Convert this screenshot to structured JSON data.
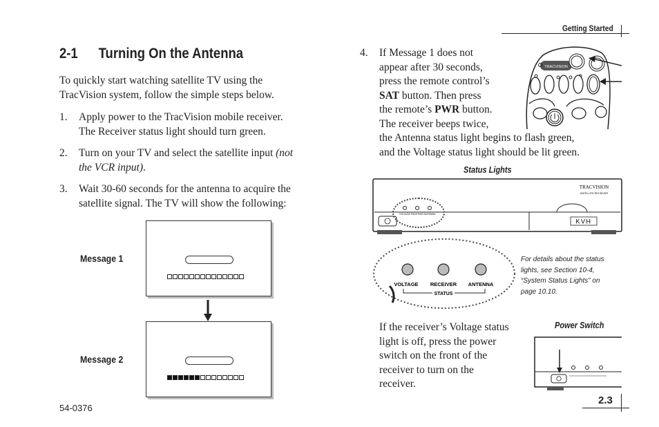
{
  "header": {
    "section_label": "Getting Started"
  },
  "left": {
    "title_number": "2-1",
    "title_text": "Turning On the Antenna",
    "intro": "To quickly start watching satellite TV using the TracVision system, follow the simple steps below.",
    "steps": [
      {
        "num": "1.",
        "line1": "Apply power to the TracVision mobile receiver.",
        "line2": "The Receiver status light should turn green."
      },
      {
        "num": "2.",
        "line1_plain": "Turn on your TV and select the satellite input ",
        "line1_italic": "(not",
        "line2_italic": "the VCR input)",
        "line2_plain": "."
      },
      {
        "num": "3.",
        "line1": "Wait 30-60 seconds for the antenna to acquire the",
        "line2": "satellite signal. The TV will show the following:"
      }
    ],
    "message1_label": "Message 1",
    "message2_label": "Message 2",
    "message1_filled": 0,
    "message2_filled": 6,
    "message_total": 14
  },
  "right": {
    "step4_num": "4.",
    "step4_lines": [
      "If Message 1 does not",
      "appear after 30 seconds,",
      "press the remote control’s"
    ],
    "step4_sat_bold": "SAT",
    "step4_sat_rest": " button. Then press",
    "step4_pwr_pre": "the remote’s ",
    "step4_pwr_bold": "PWR",
    "step4_pwr_rest": " button.",
    "step4_line6": "The receiver beeps twice,",
    "step4_line7": "the Antenna status light begins to flash green,",
    "step4_line8": "and the Voltage status light should be lit green.",
    "remote_brand": "TRACVISION",
    "status_lights_caption": "Status Lights",
    "receiver_brand": "TRACVISION",
    "receiver_brand_sub": "SATELLITE RECEIVER",
    "receiver_logo": "KVH",
    "small_labels": [
      "VOLTAGE",
      "RECEIVER",
      "ANTENNA"
    ],
    "zoom_labels": [
      "VOLTAGE",
      "RECEIVER",
      "ANTENNA"
    ],
    "zoom_status": "STATUS",
    "note_lines": [
      "For details about the status",
      "lights, see Section 10-4,",
      "“System Status Lights” on",
      "page 10.10."
    ],
    "power_switch_caption": "Power Switch",
    "voltage_lines": [
      "If the receiver’s Voltage status",
      "light is off, press the power",
      "switch on the front of the",
      "receiver to turn on the",
      "receiver."
    ]
  },
  "footer": {
    "doc_number": "54-0376",
    "page_number": "2.3"
  }
}
